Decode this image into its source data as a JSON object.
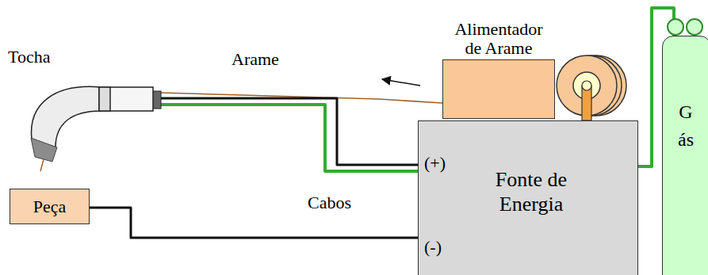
{
  "diagram": {
    "nodes": [
      {
        "text": [
          "Tocha"
        ]
      },
      {
        "text": [
          "Alimentador de Arame"
        ]
      },
      {
        "text": [
          "(+)",
          "Fonte de Energia",
          "(-)"
        ]
      },
      {
        "text": [
          "Gás"
        ]
      },
      {
        "text": [
          "Peça"
        ]
      }
    ],
    "edges": [
      {
        "from": 1,
        "to": 0,
        "arrow": "none",
        "label": "Arame"
      },
      {
        "from": 2,
        "to": 0,
        "arrow": "none"
      },
      {
        "from": 2,
        "to": 0,
        "arrow": "none"
      },
      {
        "from": 4,
        "to": 2,
        "arrow": "none"
      },
      {
        "from": 3,
        "to": 2,
        "arrow": "none"
      }
    ],
    "labels": [
      "Cabos"
    ]
  }
}
